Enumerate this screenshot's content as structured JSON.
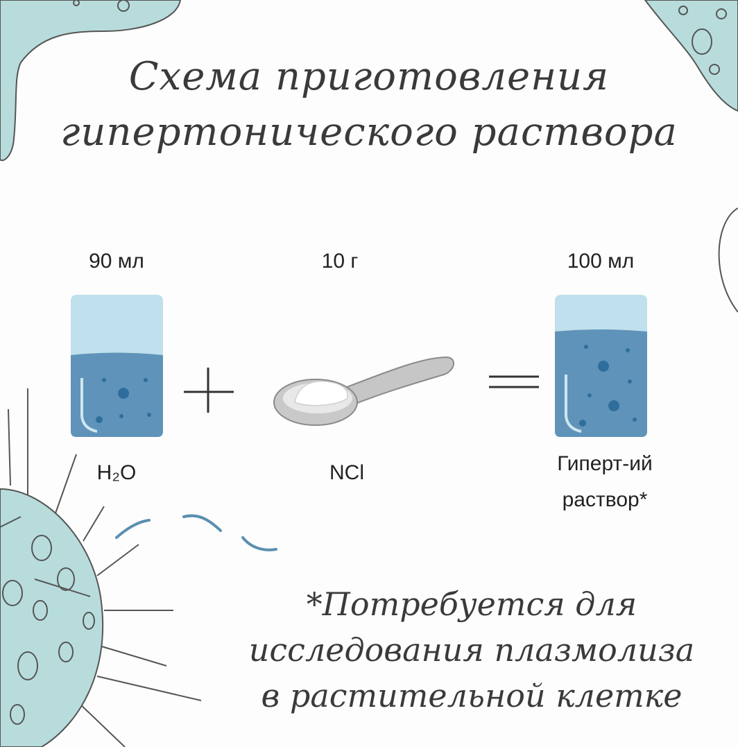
{
  "title": {
    "line1": "Схема приготовления",
    "line2": "гипертонического раствора"
  },
  "ingredients": [
    {
      "amount": "90 мл",
      "label_html": "H₂O"
    },
    {
      "amount": "10 г",
      "label_html": "NCl"
    },
    {
      "amount": "100 мл",
      "label_line1": "Гиперт-ий",
      "label_line2": "раствор*"
    }
  ],
  "operators": {
    "plus": "+",
    "equals": "="
  },
  "footnote": {
    "line1": "*Потребуется для",
    "line2": "исследования плазмолиза",
    "line3": "в растительной клетке"
  },
  "colors": {
    "water": "#5f93b9",
    "glass": "#bfe0ec",
    "decor": "#b8dcdc",
    "decor_stroke": "#555555",
    "text": "#222222"
  }
}
